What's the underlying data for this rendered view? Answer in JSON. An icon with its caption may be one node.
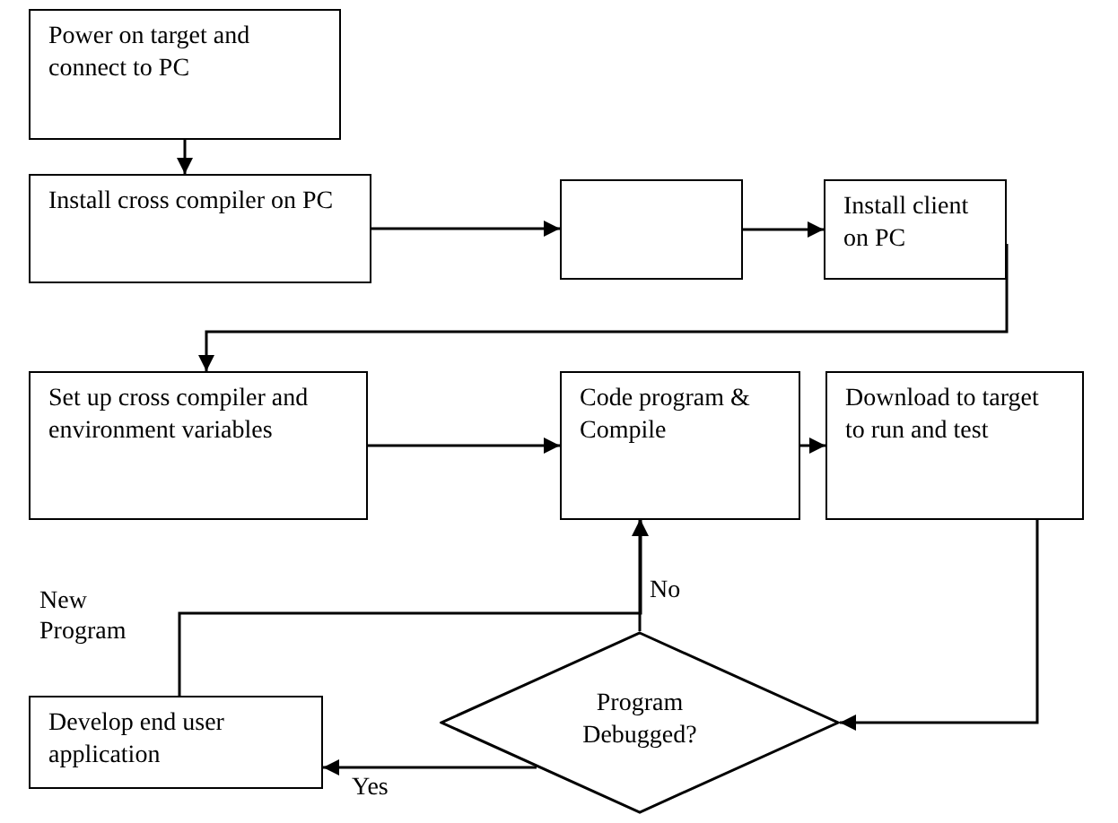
{
  "diagram": {
    "nodes": [
      {
        "text": [
          "Power on target and connect to PC"
        ]
      },
      {
        "text": [
          "Install cross compiler on PC"
        ]
      },
      {
        "text": [],
        "shape": "box"
      },
      {
        "text": [
          "Install client on PC"
        ]
      },
      {
        "text": [
          "Set up cross compiler and environment variables"
        ]
      },
      {
        "text": [
          "Code program & Compile"
        ]
      },
      {
        "text": [
          "Download to target to run and test"
        ]
      },
      {
        "text": [
          "Develop end user application"
        ]
      },
      {
        "text": [
          "Program Debugged?"
        ]
      }
    ],
    "edges": [
      {
        "from": 0,
        "to": 1,
        "arrow": "to"
      },
      {
        "from": 1,
        "to": 2,
        "arrow": "to"
      },
      {
        "from": 2,
        "to": 3,
        "arrow": "to"
      },
      {
        "from": 3,
        "to": 4,
        "arrow": "to"
      },
      {
        "from": 4,
        "to": 5,
        "arrow": "to"
      },
      {
        "from": 5,
        "to": 6,
        "arrow": "to"
      },
      {
        "from": 6,
        "to": 8,
        "arrow": "to"
      },
      {
        "from": 8,
        "to": 5,
        "arrow": "to",
        "label": "No"
      },
      {
        "from": 8,
        "to": 7,
        "arrow": "to",
        "label": "Yes"
      },
      {
        "from": 7,
        "to": 5,
        "arrow": "to",
        "label": "New Program"
      }
    ]
  }
}
